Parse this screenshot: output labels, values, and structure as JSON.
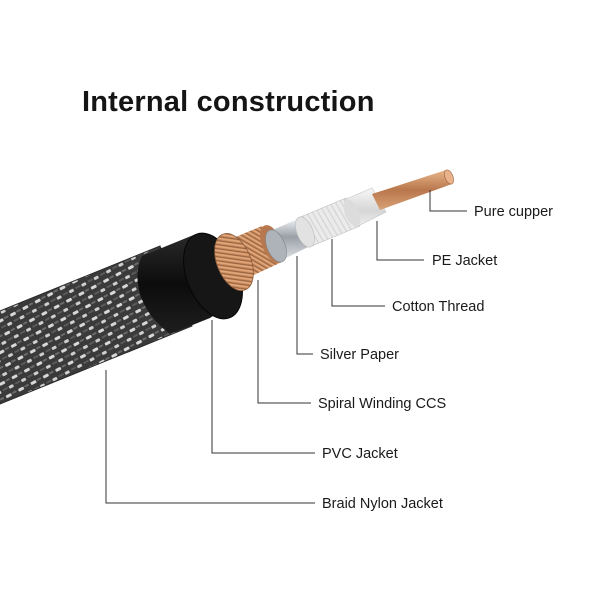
{
  "title": "Internal construction",
  "labels": [
    "Pure cupper",
    "PE Jacket",
    "Cotton Thread",
    "Silver Paper",
    "Spiral Winding CCS",
    "PVC Jacket",
    "Braid Nylon Jacket"
  ],
  "colors": {
    "copper": "#c98a5e",
    "copper_dark": "#8a5a3a",
    "pe_jacket": "#e4e4e4",
    "cotton_thread": "#ebebeb",
    "silver_paper": "#c8ccd2",
    "pvc_jacket": "#121212",
    "braid_dark": "#3a3a3a",
    "braid_light": "#d8d8d8"
  }
}
